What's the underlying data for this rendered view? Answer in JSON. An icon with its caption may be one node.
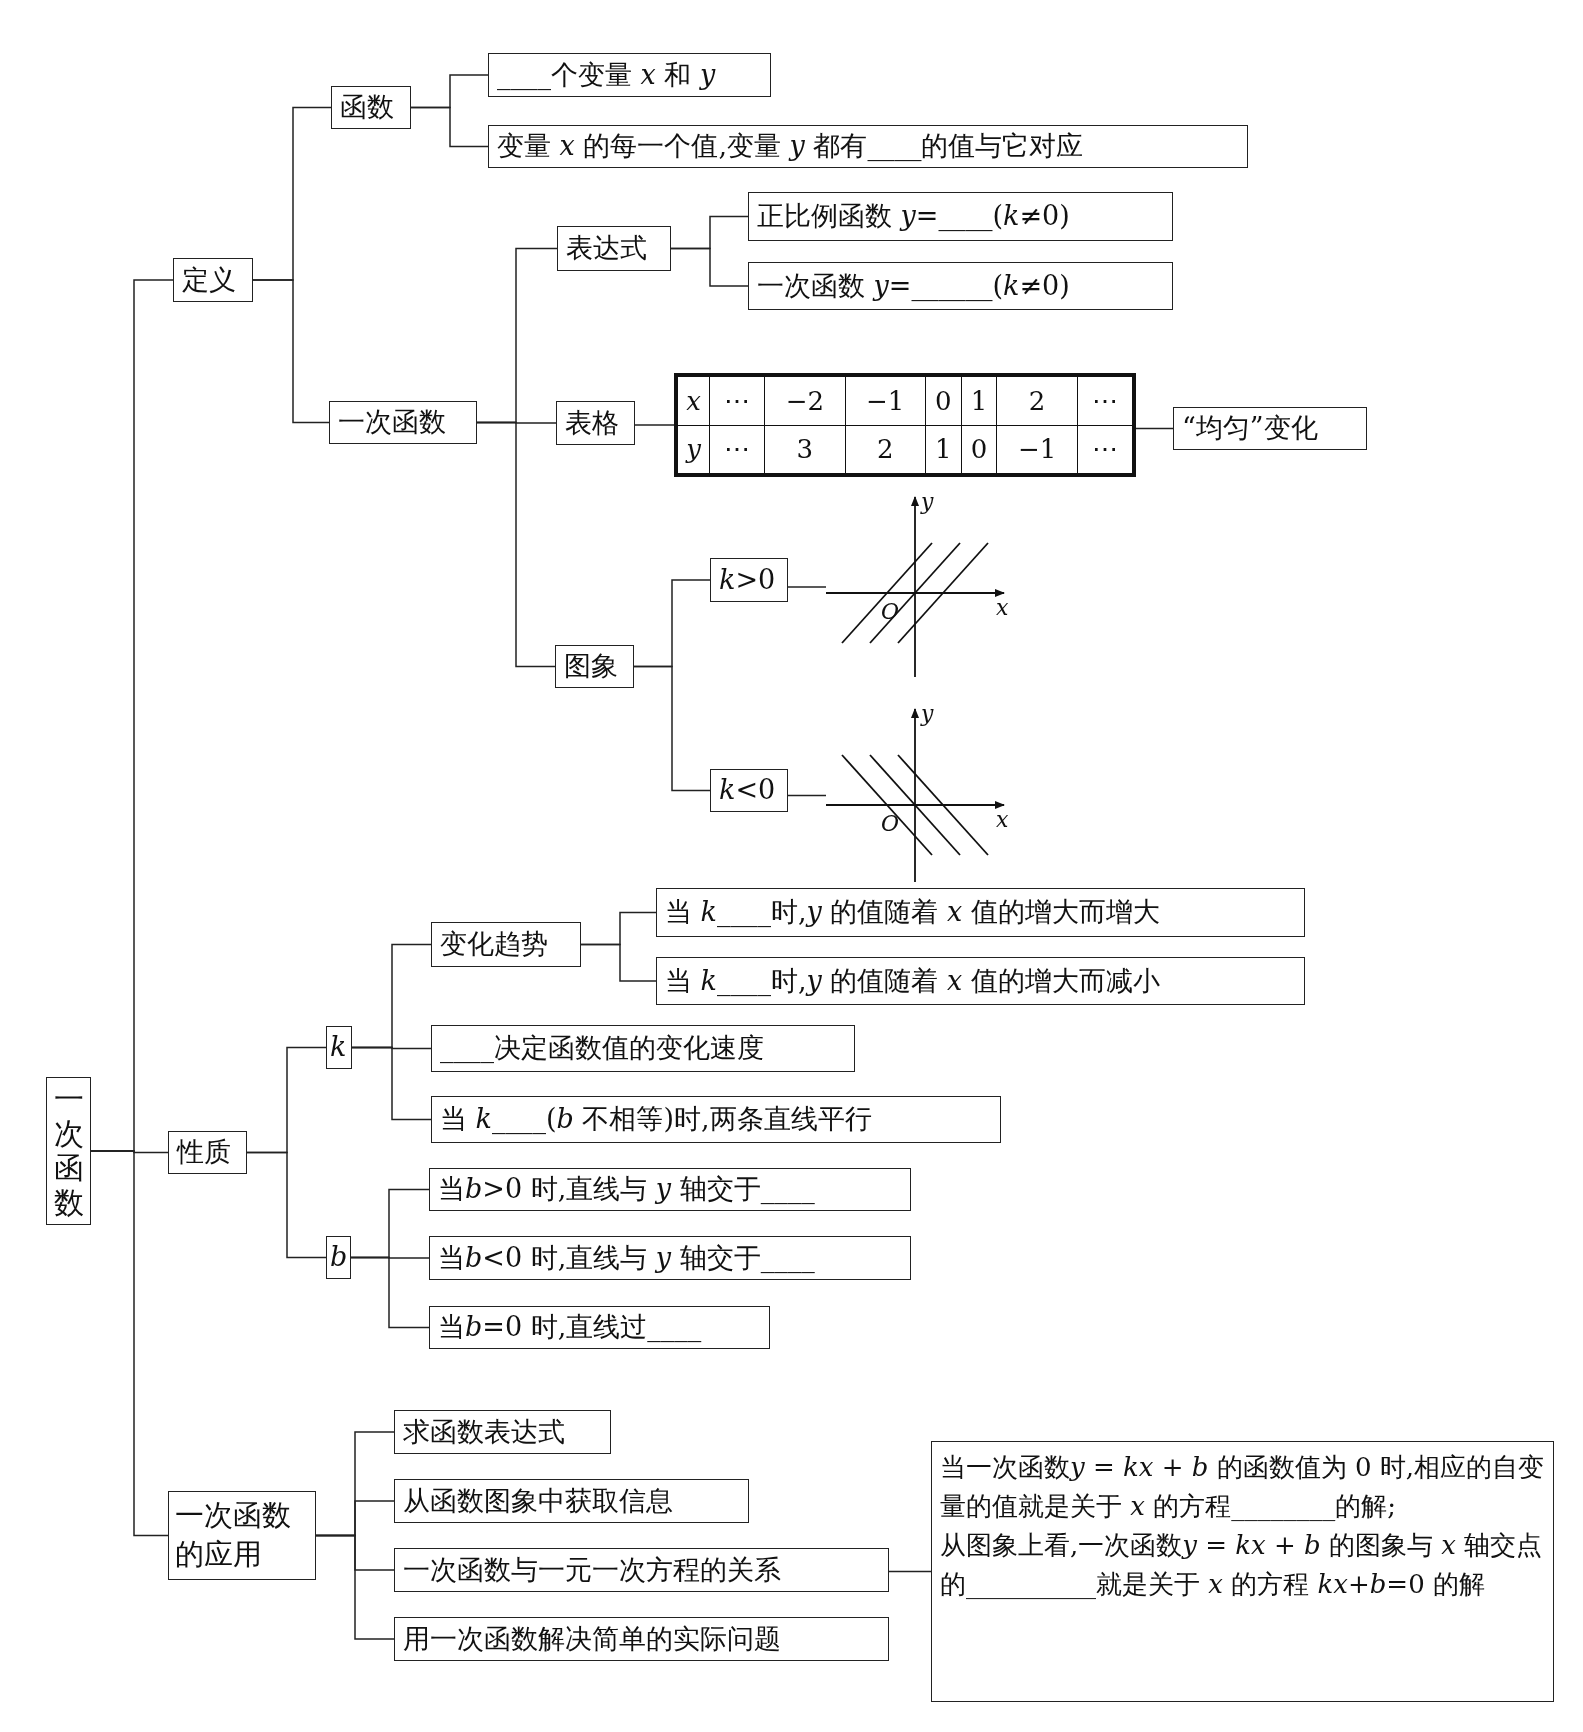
{
  "diagram": {
    "nodes": [
      {
        "text": [
          "一次函数"
        ]
      },
      {
        "text": [
          "定义"
        ]
      },
      {
        "text": [
          "函数"
        ]
      },
      {
        "text": [
          "____个变量 x 和 y"
        ]
      },
      {
        "text": [
          "变量 x 的每一个值,变量 y 都有____的值与它对应"
        ]
      },
      {
        "text": [
          "一次函数"
        ]
      },
      {
        "text": [
          "表达式"
        ]
      },
      {
        "text": [
          "正比例函数 y=____(k≠0)"
        ]
      },
      {
        "text": [
          "一次函数 y=______(k≠0)"
        ]
      },
      {
        "text": [
          "表格"
        ]
      },
      {
        "text": [
          "x",
          "⋯",
          "−2",
          "−1",
          "0",
          "1",
          "2",
          "⋯",
          "y",
          "⋯",
          "3",
          "2",
          "1",
          "0",
          "−1",
          "⋯"
        ]
      },
      {
        "text": [
          "“均匀”变化"
        ]
      },
      {
        "text": [
          "图象"
        ]
      },
      {
        "text": [
          "k>0"
        ]
      },
      {
        "text": [],
        "shape": "picture"
      },
      {
        "text": [
          "k<0"
        ]
      },
      {
        "text": [],
        "shape": "picture"
      },
      {
        "text": [
          "性质"
        ]
      },
      {
        "text": [
          "k"
        ]
      },
      {
        "text": [
          "变化趋势"
        ]
      },
      {
        "text": [
          "当 k____时,y 的值随着 x 值的增大而增大"
        ]
      },
      {
        "text": [
          "当 k____时,y 的值随着 x 值的增大而减小"
        ]
      },
      {
        "text": [
          "____决定函数值的变化速度"
        ]
      },
      {
        "text": [
          "当 k____(b 不相等)时,两条直线平行"
        ]
      },
      {
        "text": [
          "b"
        ]
      },
      {
        "text": [
          "当b>0 时,直线与 y 轴交于____"
        ]
      },
      {
        "text": [
          "当b<0 时,直线与 y 轴交于____"
        ]
      },
      {
        "text": [
          "当b=0 时,直线过____"
        ]
      },
      {
        "text": [
          "一次函数的应用"
        ]
      },
      {
        "text": [
          "求函数表达式"
        ]
      },
      {
        "text": [
          "从函数图象中获取信息"
        ]
      },
      {
        "text": [
          "一次函数与一元一次方程的关系"
        ]
      },
      {
        "text": [
          "用一次函数解决简单的实际问题"
        ]
      },
      {
        "text": [
          "当一次函数y = kx + b 的函数值为 0 时,相应的自变量的值就是关于 x 的方程________的解;",
          "从图象上看,一次函数y = kx + b 的图象与 x 轴交点的__________就是关于 x 的方程 kx+b=0 的解"
        ]
      }
    ],
    "edges": [
      {
        "from": 0,
        "to": 1,
        "arrow": "none"
      },
      {
        "from": 0,
        "to": 17,
        "arrow": "none"
      },
      {
        "from": 0,
        "to": 28,
        "arrow": "none"
      },
      {
        "from": 1,
        "to": 2,
        "arrow": "none"
      },
      {
        "from": 1,
        "to": 5,
        "arrow": "none"
      },
      {
        "from": 2,
        "to": 3,
        "arrow": "none"
      },
      {
        "from": 2,
        "to": 4,
        "arrow": "none"
      },
      {
        "from": 5,
        "to": 6,
        "arrow": "none"
      },
      {
        "from": 5,
        "to": 9,
        "arrow": "none"
      },
      {
        "from": 5,
        "to": 12,
        "arrow": "none"
      },
      {
        "from": 6,
        "to": 7,
        "arrow": "none"
      },
      {
        "from": 6,
        "to": 8,
        "arrow": "none"
      },
      {
        "from": 9,
        "to": 10,
        "arrow": "none"
      },
      {
        "from": 10,
        "to": 11,
        "arrow": "none"
      },
      {
        "from": 12,
        "to": 13,
        "arrow": "none"
      },
      {
        "from": 12,
        "to": 15,
        "arrow": "none"
      },
      {
        "from": 13,
        "to": 14,
        "arrow": "none"
      },
      {
        "from": 15,
        "to": 16,
        "arrow": "none"
      },
      {
        "from": 17,
        "to": 18,
        "arrow": "none"
      },
      {
        "from": 17,
        "to": 24,
        "arrow": "none"
      },
      {
        "from": 18,
        "to": 19,
        "arrow": "none"
      },
      {
        "from": 18,
        "to": 22,
        "arrow": "none"
      },
      {
        "from": 18,
        "to": 23,
        "arrow": "none"
      },
      {
        "from": 19,
        "to": 20,
        "arrow": "none"
      },
      {
        "from": 19,
        "to": 21,
        "arrow": "none"
      },
      {
        "from": 24,
        "to": 25,
        "arrow": "none"
      },
      {
        "from": 24,
        "to": 26,
        "arrow": "none"
      },
      {
        "from": 24,
        "to": 27,
        "arrow": "none"
      },
      {
        "from": 28,
        "to": 29,
        "arrow": "none"
      },
      {
        "from": 28,
        "to": 30,
        "arrow": "none"
      },
      {
        "from": 28,
        "to": 31,
        "arrow": "none"
      },
      {
        "from": 28,
        "to": 32,
        "arrow": "none"
      },
      {
        "from": 31,
        "to": 33,
        "arrow": "none"
      }
    ],
    "labels": [
      "y",
      "O",
      "x",
      "y",
      "O",
      "x"
    ]
  }
}
